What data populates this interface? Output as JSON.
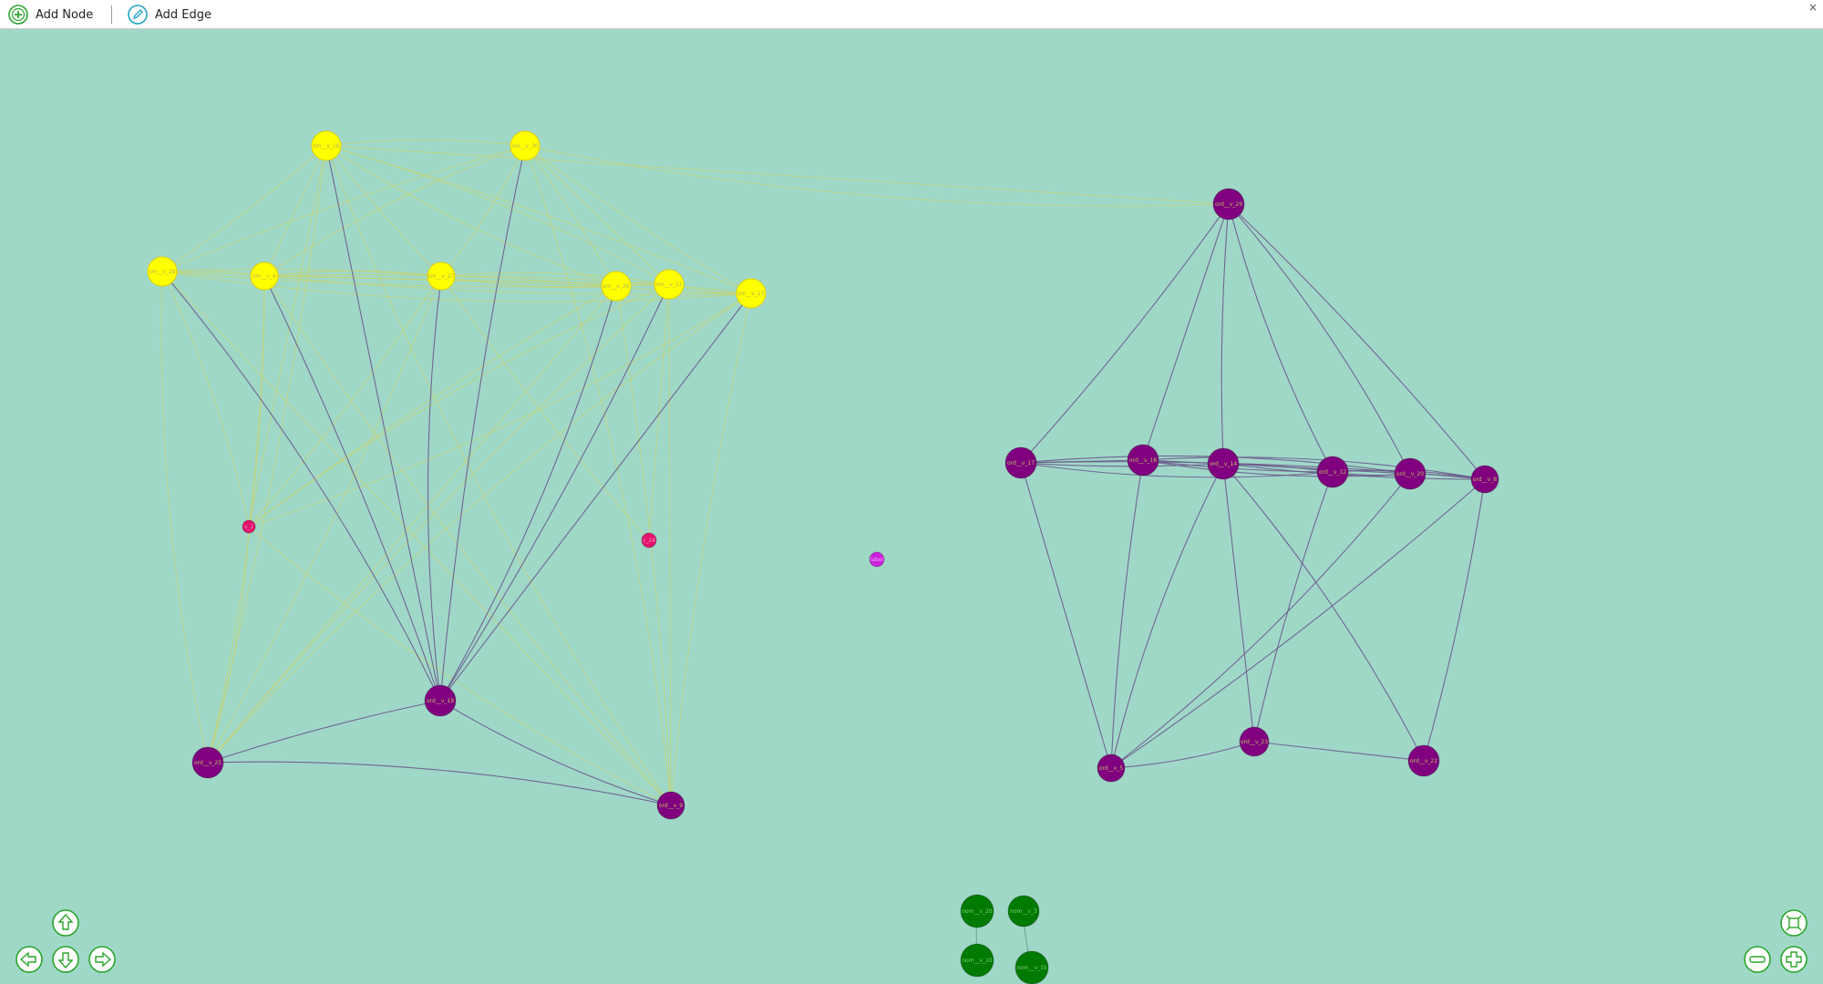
{
  "toolbar": {
    "add_node_label": "Add Node",
    "add_node_icon": "plus-circle-icon",
    "add_edge_label": "Add Edge",
    "add_edge_icon": "pen-icon",
    "close_label": "×"
  },
  "colors": {
    "background": "#a0d8c8",
    "yellow_node": "#ffff00",
    "purple_node": "#800080",
    "pink_node": "#e6136e",
    "magenta_node": "#cc22dd",
    "green_node": "#007a00",
    "yellow_edge": "#c8d46a",
    "purple_edge": "#6a5a8c",
    "nav_icon": "#2aa52a"
  },
  "nodes": [
    {
      "id": "y1",
      "label": "sm__v_16",
      "group": "yellow"
    },
    {
      "id": "y2",
      "label": "sm__v_30",
      "group": "yellow"
    },
    {
      "id": "y3",
      "label": "sm__v_28",
      "group": "yellow"
    },
    {
      "id": "y4",
      "label": "sm__v_4",
      "group": "yellow"
    },
    {
      "id": "y5",
      "label": "sm__v_27",
      "group": "yellow"
    },
    {
      "id": "y6",
      "label": "sm__v_26",
      "group": "yellow"
    },
    {
      "id": "y7",
      "label": "sm__v_21",
      "group": "yellow"
    },
    {
      "id": "y8",
      "label": "sm__v_13",
      "group": "yellow"
    },
    {
      "id": "pk1",
      "label": "v_2",
      "group": "pink"
    },
    {
      "id": "pk2",
      "label": "v_24",
      "group": "pink"
    },
    {
      "id": "mg1",
      "label": "label",
      "group": "magenta"
    },
    {
      "id": "pl1",
      "label": "ord__v_19",
      "group": "purple"
    },
    {
      "id": "pl2",
      "label": "ord__v_25",
      "group": "purple"
    },
    {
      "id": "pl3",
      "label": "ord__v_9",
      "group": "purple"
    },
    {
      "id": "pr1",
      "label": "ord__v_29",
      "group": "purple"
    },
    {
      "id": "pr2",
      "label": "ord__v_17",
      "group": "purple"
    },
    {
      "id": "pr3",
      "label": "ord__v_18",
      "group": "purple"
    },
    {
      "id": "pr4",
      "label": "ord__v_14",
      "group": "purple"
    },
    {
      "id": "pr5",
      "label": "ord__v_12",
      "group": "purple"
    },
    {
      "id": "pr6",
      "label": "ord__v_20",
      "group": "purple"
    },
    {
      "id": "pr7",
      "label": "ord__v_8",
      "group": "purple"
    },
    {
      "id": "pr8",
      "label": "ord__v_5",
      "group": "purple"
    },
    {
      "id": "pr9",
      "label": "ord__v_23",
      "group": "purple"
    },
    {
      "id": "pr10",
      "label": "ord__v_22",
      "group": "purple"
    },
    {
      "id": "g1",
      "label": "nom__v_20",
      "group": "green"
    },
    {
      "id": "g2",
      "label": "nom__v_3",
      "group": "green"
    },
    {
      "id": "g3",
      "label": "nom__v_10",
      "group": "green"
    },
    {
      "id": "g4",
      "label": "nom__v_15",
      "group": "green"
    }
  ],
  "edges": [
    [
      "y1",
      "y2"
    ],
    [
      "y1",
      "y3"
    ],
    [
      "y1",
      "y4"
    ],
    [
      "y1",
      "y5"
    ],
    [
      "y1",
      "y6"
    ],
    [
      "y1",
      "y7"
    ],
    [
      "y1",
      "y8"
    ],
    [
      "y1",
      "pr1"
    ],
    [
      "y2",
      "y3"
    ],
    [
      "y2",
      "y4"
    ],
    [
      "y2",
      "y5"
    ],
    [
      "y2",
      "y6"
    ],
    [
      "y2",
      "y7"
    ],
    [
      "y2",
      "y8"
    ],
    [
      "y2",
      "pr1"
    ],
    [
      "y3",
      "y4"
    ],
    [
      "y3",
      "y5"
    ],
    [
      "y3",
      "y6"
    ],
    [
      "y3",
      "y7"
    ],
    [
      "y3",
      "y8"
    ],
    [
      "y4",
      "y5"
    ],
    [
      "y4",
      "y6"
    ],
    [
      "y4",
      "y7"
    ],
    [
      "y4",
      "y8"
    ],
    [
      "y5",
      "y6"
    ],
    [
      "y5",
      "y7"
    ],
    [
      "y5",
      "y8"
    ],
    [
      "y6",
      "y7"
    ],
    [
      "y6",
      "y8"
    ],
    [
      "y7",
      "y8"
    ],
    [
      "y3",
      "pk1"
    ],
    [
      "y4",
      "pk1"
    ],
    [
      "y1",
      "pk1"
    ],
    [
      "y6",
      "pk1"
    ],
    [
      "y7",
      "pk1"
    ],
    [
      "y8",
      "pk1"
    ],
    [
      "y5",
      "pk1"
    ],
    [
      "y7",
      "pk2"
    ],
    [
      "y5",
      "pk2"
    ],
    [
      "y3",
      "pl2"
    ],
    [
      "y4",
      "pl2"
    ],
    [
      "y1",
      "pl2"
    ],
    [
      "y6",
      "pl2"
    ],
    [
      "y7",
      "pl2"
    ],
    [
      "y8",
      "pl2"
    ],
    [
      "pk1",
      "pl2"
    ],
    [
      "y5",
      "pl2"
    ],
    [
      "y3",
      "pl3"
    ],
    [
      "y4",
      "pl3"
    ],
    [
      "y1",
      "pl3"
    ],
    [
      "y2",
      "pl3"
    ],
    [
      "y6",
      "pl3"
    ],
    [
      "y7",
      "pl3"
    ],
    [
      "y8",
      "pl3"
    ],
    [
      "pk1",
      "pl3"
    ],
    [
      "y3",
      "pl1",
      "p"
    ],
    [
      "y4",
      "pl1",
      "p"
    ],
    [
      "y1",
      "pl1",
      "p"
    ],
    [
      "y2",
      "pl1",
      "p"
    ],
    [
      "y5",
      "pl1",
      "p"
    ],
    [
      "y6",
      "pl1",
      "p"
    ],
    [
      "y7",
      "pl1",
      "p"
    ],
    [
      "y8",
      "pl1",
      "p"
    ],
    [
      "pl1",
      "pl2",
      "p"
    ],
    [
      "pl1",
      "pl3",
      "p"
    ],
    [
      "pl2",
      "pl3",
      "p"
    ],
    [
      "pr1",
      "pr2",
      "p"
    ],
    [
      "pr1",
      "pr3",
      "p"
    ],
    [
      "pr1",
      "pr4",
      "p"
    ],
    [
      "pr1",
      "pr5",
      "p"
    ],
    [
      "pr1",
      "pr6",
      "p"
    ],
    [
      "pr1",
      "pr7",
      "p"
    ],
    [
      "pr2",
      "pr3",
      "p"
    ],
    [
      "pr2",
      "pr4",
      "p"
    ],
    [
      "pr2",
      "pr5",
      "p"
    ],
    [
      "pr2",
      "pr6",
      "p"
    ],
    [
      "pr2",
      "pr7",
      "p"
    ],
    [
      "pr3",
      "pr4",
      "p"
    ],
    [
      "pr3",
      "pr5",
      "p"
    ],
    [
      "pr3",
      "pr6",
      "p"
    ],
    [
      "pr3",
      "pr7",
      "p"
    ],
    [
      "pr4",
      "pr5",
      "p"
    ],
    [
      "pr4",
      "pr6",
      "p"
    ],
    [
      "pr4",
      "pr7",
      "p"
    ],
    [
      "pr5",
      "pr6",
      "p"
    ],
    [
      "pr5",
      "pr7",
      "p"
    ],
    [
      "pr6",
      "pr7",
      "p"
    ],
    [
      "pr2",
      "pr8",
      "p"
    ],
    [
      "pr3",
      "pr8",
      "p"
    ],
    [
      "pr4",
      "pr8",
      "p"
    ],
    [
      "pr6",
      "pr8",
      "p"
    ],
    [
      "pr7",
      "pr8",
      "p"
    ],
    [
      "pr4",
      "pr9",
      "p"
    ],
    [
      "pr5",
      "pr9",
      "p"
    ],
    [
      "pr8",
      "pr9",
      "p"
    ],
    [
      "pr4",
      "pr10",
      "p"
    ],
    [
      "pr7",
      "pr10",
      "p"
    ],
    [
      "pr9",
      "pr10",
      "p"
    ],
    [
      "g1",
      "g3",
      "g"
    ],
    [
      "g2",
      "g4",
      "g"
    ]
  ],
  "nav": {
    "up": "arrow-up-icon",
    "down": "arrow-down-icon",
    "left": "arrow-left-icon",
    "right": "arrow-right-icon",
    "fit": "fit-screen-icon",
    "zoom_out": "zoom-out-icon",
    "zoom_in": "zoom-in-icon"
  }
}
